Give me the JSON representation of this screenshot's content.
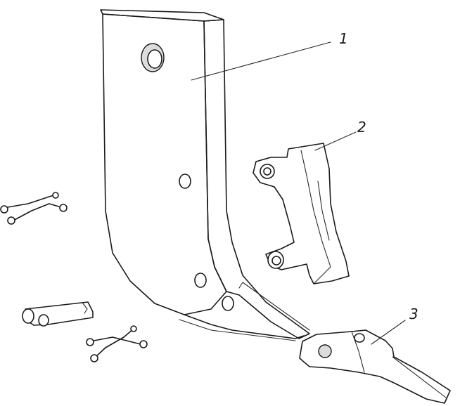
{
  "callouts": [
    {
      "id": "1",
      "label": "1"
    },
    {
      "id": "2",
      "label": "2"
    },
    {
      "id": "3",
      "label": "3"
    }
  ],
  "colors": {
    "ink": "#1a1a1a",
    "paper": "#ffffff"
  }
}
